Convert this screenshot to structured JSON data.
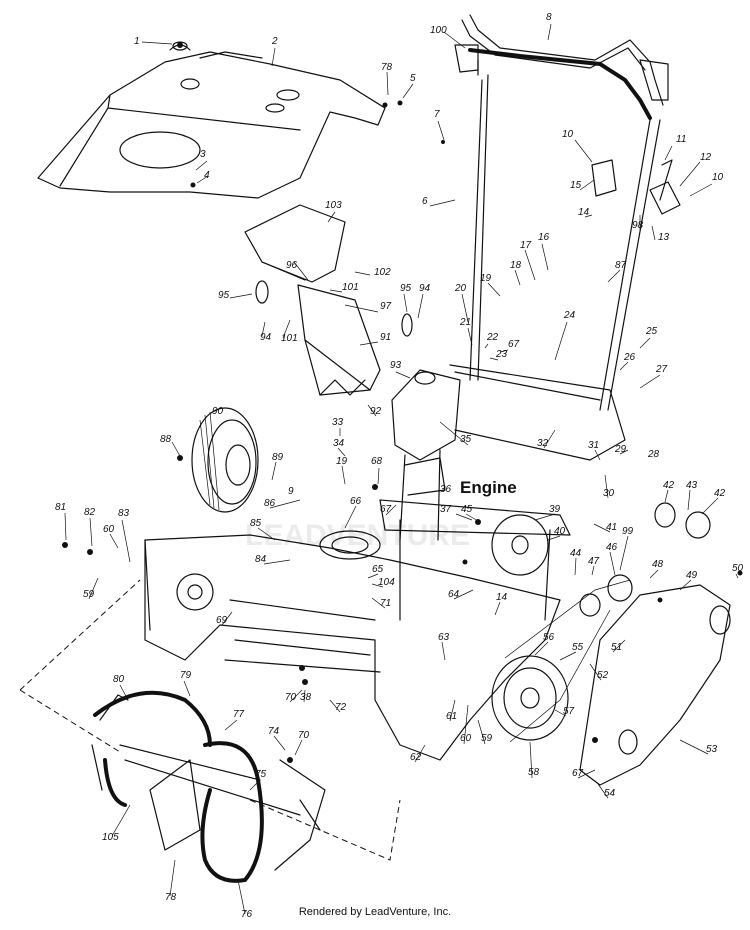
{
  "diagram": {
    "engine_label": "Engine",
    "watermark": "LEADVENTURE",
    "credit": "Rendered by LeadVenture, Inc.",
    "callouts": [
      "1",
      "2",
      "3",
      "4",
      "78",
      "5",
      "100",
      "8",
      "7",
      "6",
      "10",
      "11",
      "12",
      "10",
      "15",
      "14",
      "98",
      "13",
      "103",
      "96",
      "102",
      "101",
      "95",
      "94",
      "101",
      "97",
      "91",
      "95",
      "94",
      "20",
      "21",
      "22",
      "67",
      "23",
      "24",
      "25",
      "26",
      "27",
      "19",
      "18",
      "17",
      "16",
      "87",
      "93",
      "92",
      "90",
      "88",
      "33",
      "34",
      "19",
      "89",
      "86",
      "85",
      "84",
      "68",
      "67",
      "36",
      "37",
      "35",
      "32",
      "31",
      "30",
      "29",
      "28",
      "81",
      "82",
      "83",
      "60",
      "59",
      "69",
      "66",
      "65",
      "104",
      "71",
      "64",
      "14",
      "63",
      "45",
      "39",
      "40",
      "41",
      "44",
      "47",
      "46",
      "99",
      "48",
      "49",
      "50",
      "42",
      "43",
      "42",
      "56",
      "55",
      "51",
      "52",
      "53",
      "54",
      "57",
      "58",
      "59",
      "60",
      "61",
      "62",
      "67",
      "70",
      "38",
      "72",
      "70",
      "74",
      "80",
      "79",
      "77",
      "75",
      "105",
      "78",
      "76",
      "9"
    ]
  }
}
